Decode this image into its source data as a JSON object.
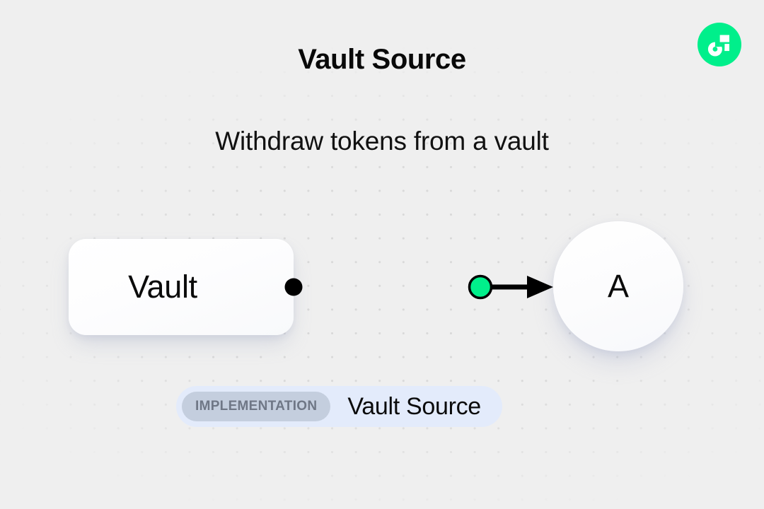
{
  "page": {
    "title": "Vault Source",
    "subtitle": "Withdraw tokens from a vault",
    "background_color": "#EFEFEF",
    "dot_color": "#D9D9D9"
  },
  "logo": {
    "name": "flow-logo",
    "circle_color": "#00EF8B",
    "mark_color": "#FFFFFF"
  },
  "diagram": {
    "type": "flow-graph",
    "nodes": [
      {
        "id": "vault",
        "label": "Vault",
        "shape": "rounded-rect"
      },
      {
        "id": "a",
        "label": "A",
        "shape": "circle"
      }
    ],
    "edges": [
      {
        "from": "vault",
        "to": "a",
        "source_handle_color": "#000000",
        "midpoint_handle_color": "#00EF8B",
        "line_color": "#000000",
        "arrow": "triangle-right"
      }
    ]
  },
  "badge": {
    "tag_label": "IMPLEMENTATION",
    "value_label": "Vault Source",
    "container_color": "#E3EBFB",
    "tag_color": "#C4CEDE",
    "tag_text_color": "#6F7786"
  }
}
